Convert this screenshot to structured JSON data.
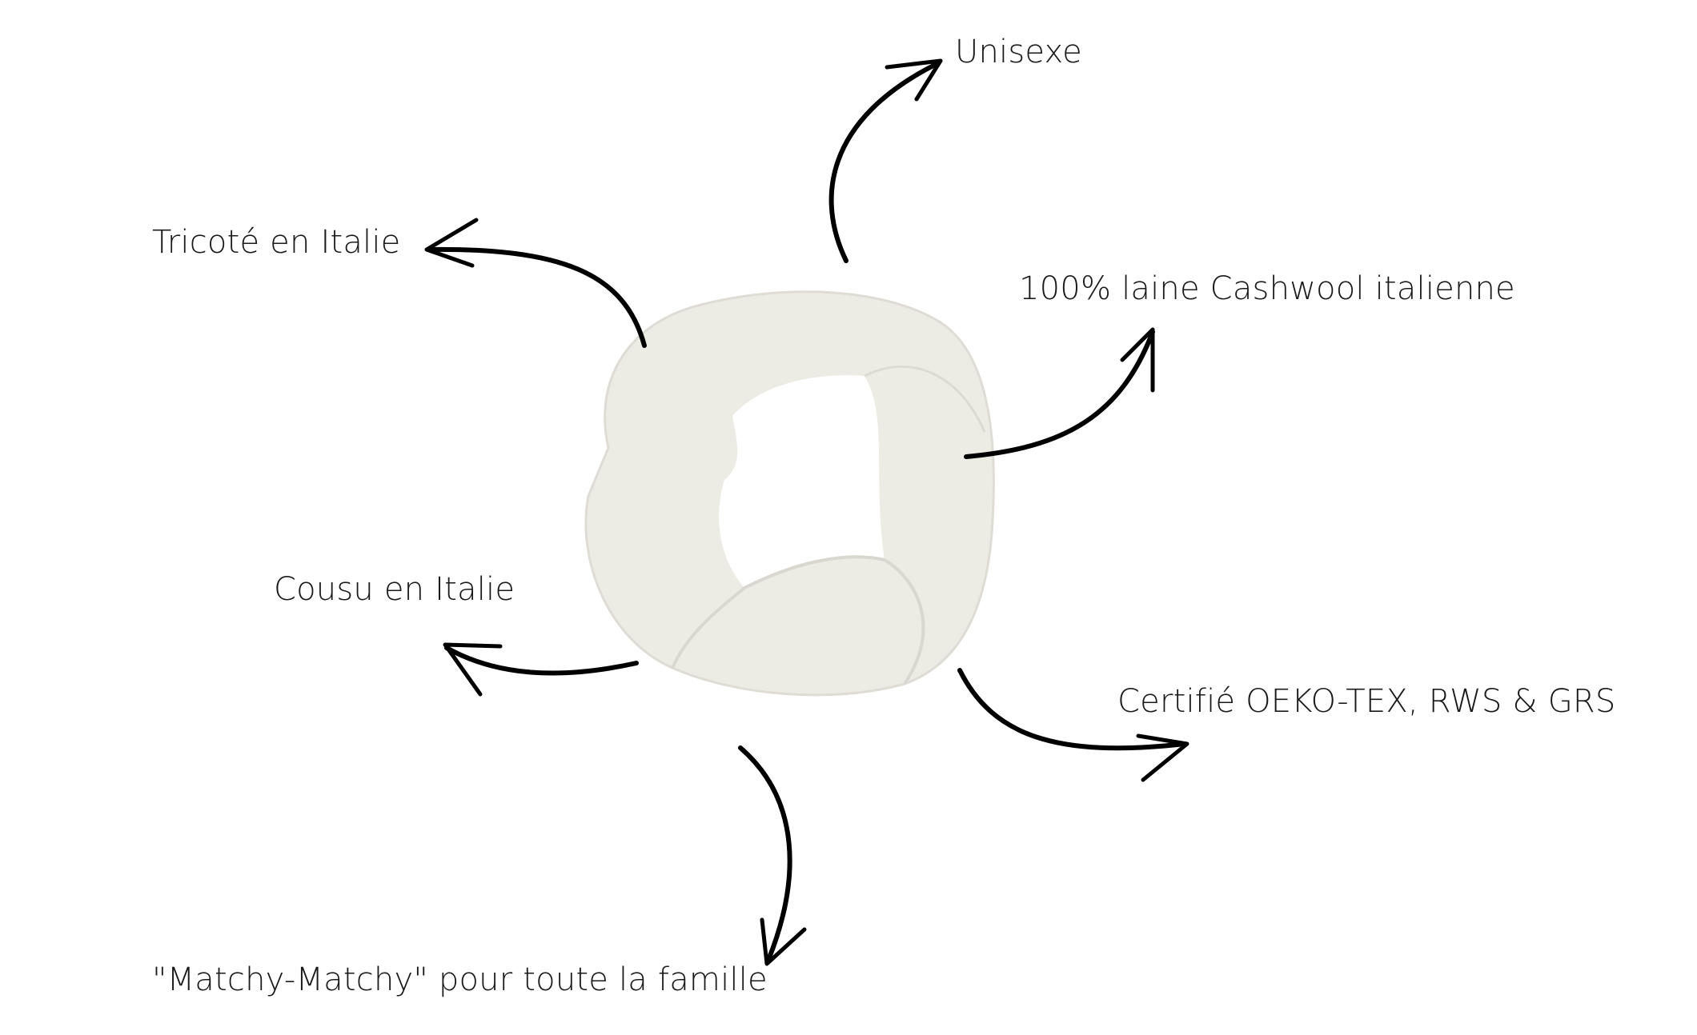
{
  "labels": {
    "unisex": "Unisexe",
    "knitted": "Tricoté en Italie",
    "wool": "100% laine Cashwool italienne",
    "sewn": "Cousu en Italie",
    "certified": "Certifié OEKO-TEX, RWS & GRS",
    "matchy": "\"Matchy-Matchy\" pour toute la famille"
  },
  "colors": {
    "product": "#ecebe4",
    "product_shadow": "#d9d7cf",
    "arrow": "#000000"
  }
}
